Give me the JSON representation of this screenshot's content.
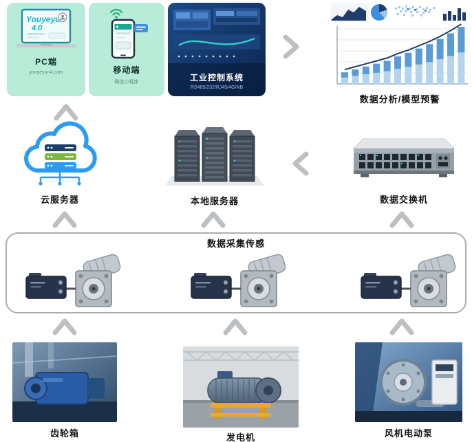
{
  "top_row": {
    "pc_card": {
      "label": "PC端",
      "sublabel": "youyeyun4.com",
      "brand_line1": "Youyeyun",
      "brand_line2": "4.0"
    },
    "mobile_card": {
      "label": "移动端",
      "sublabel": "微信小程序"
    },
    "industrial_card": {
      "label": "工业控制系统",
      "sublabel": "RS485/232/RJ45/4G/NB"
    },
    "analytics_label": "数据分析/模型预警"
  },
  "middle_row": {
    "cloud_server_label": "云服务器",
    "local_server_label": "本地服务器",
    "switch_label": "数据交换机"
  },
  "sensor_band": {
    "title": "数据采集传感"
  },
  "bottom_row": {
    "gearbox_label": "齿轮箱",
    "generator_label": "发电机",
    "pump_label": "风机电动泵"
  },
  "analytics_chart": {
    "type": "bar",
    "values": [
      1.6,
      2.0,
      2.4,
      2.8,
      3.2,
      3.8,
      4.3,
      4.9,
      5.5,
      6.2,
      7.0,
      7.9
    ],
    "split_ratio": 0.55,
    "colors": {
      "lower": "#b3d4ee",
      "upper": "#5b9bd5",
      "trend": "#1f3d68"
    }
  },
  "colors": {
    "card_bg": "#b9ecd8",
    "arrow": "#bcc0c2",
    "accent_blue": "#2b9bf3",
    "accent_green": "#76b93e",
    "navy": "#1c3f68"
  }
}
